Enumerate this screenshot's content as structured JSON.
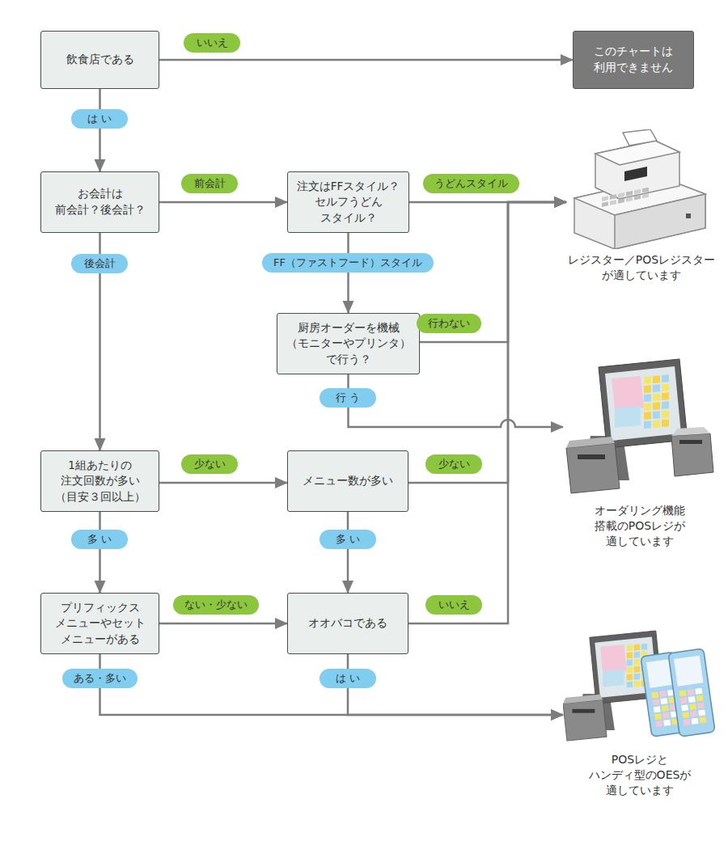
{
  "diagram": {
    "nodes": [
      {
        "text": [
          "飲食店である"
        ]
      },
      {
        "text": [
          "このチャートは 利用できません"
        ]
      },
      {
        "text": [
          "お会計は 前会計？後会計？"
        ]
      },
      {
        "text": [
          "注文はFFスタイル？ セルフうどん スタイル？"
        ]
      },
      {
        "text": [
          "レジスター／POSレジスター が適しています"
        ]
      },
      {
        "text": [
          "厨房オーダーを機械 （モニターやプリンタ） で行う？"
        ]
      },
      {
        "text": [
          "オーダリング機能 搭載のPOSレジが 適しています"
        ]
      },
      {
        "text": [
          "1組あたりの 注文回数が多い （目安３回以上）"
        ]
      },
      {
        "text": [
          "メニュー数が多い"
        ]
      },
      {
        "text": [
          "プリフィックス メニューやセット メニューがある"
        ]
      },
      {
        "text": [
          "オオバコである"
        ]
      },
      {
        "text": [
          "POSレジと ハンディ型のOESが 適しています"
        ]
      }
    ],
    "edges": [
      {
        "from": 0,
        "to": 1,
        "label": "いいえ",
        "arrow": "to"
      },
      {
        "from": 0,
        "to": 2,
        "label": "は い",
        "arrow": "to"
      },
      {
        "from": 2,
        "to": 3,
        "label": "前会計",
        "arrow": "to"
      },
      {
        "from": 2,
        "to": 7,
        "label": "後会計",
        "arrow": "to"
      },
      {
        "from": 3,
        "to": 4,
        "label": "うどんスタイル",
        "arrow": "to"
      },
      {
        "from": 3,
        "to": 5,
        "label": "FF（ファストフード）スタイル",
        "arrow": "to"
      },
      {
        "from": 5,
        "to": 4,
        "label": "行わない",
        "arrow": "to"
      },
      {
        "from": 5,
        "to": 6,
        "label": "行 う",
        "arrow": "to"
      },
      {
        "from": 7,
        "to": 8,
        "label": "少ない",
        "arrow": "to"
      },
      {
        "from": 7,
        "to": 9,
        "label": "多 い",
        "arrow": "to"
      },
      {
        "from": 8,
        "to": 4,
        "label": "少ない",
        "arrow": "to"
      },
      {
        "from": 8,
        "to": 10,
        "label": "多 い",
        "arrow": "to"
      },
      {
        "from": 9,
        "to": 10,
        "label": "ない・少ない",
        "arrow": "to"
      },
      {
        "from": 10,
        "to": 4,
        "label": "いいえ",
        "arrow": "to"
      },
      {
        "from": 9,
        "to": 11,
        "label": "ある・多い",
        "arrow": "to"
      },
      {
        "from": 10,
        "to": 11,
        "label": "は い",
        "arrow": "to"
      }
    ]
  }
}
